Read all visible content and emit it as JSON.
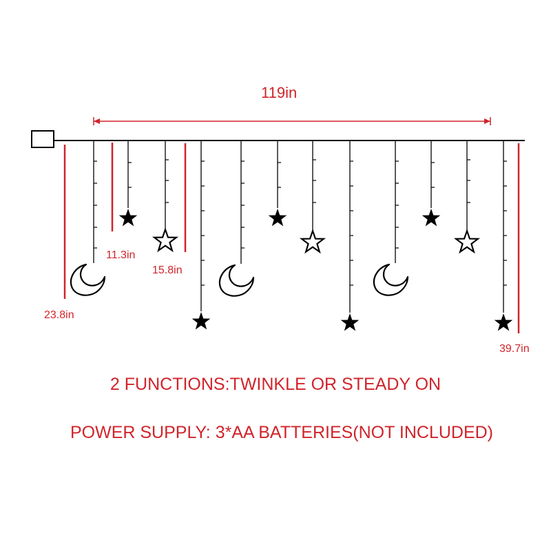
{
  "dimensions": {
    "total_width": "119in",
    "drop_lengths": [
      "11.3in",
      "15.8in",
      "23.8in",
      "39.7in"
    ]
  },
  "features": "2 FUNCTIONS:TWINKLE OR STEADY ON",
  "power": "POWER SUPPLY: 3*AA BATTERIES(NOT INCLUDED)",
  "pendants": [
    "moon",
    "star-filled",
    "star-outline",
    "star-filled",
    "moon",
    "star-filled",
    "star-outline",
    "star-filled",
    "moon",
    "star-filled",
    "star-outline",
    "star-filled"
  ],
  "colors": {
    "annotation": "#d0242b",
    "line_art": "#000000",
    "background": "#ffffff"
  }
}
